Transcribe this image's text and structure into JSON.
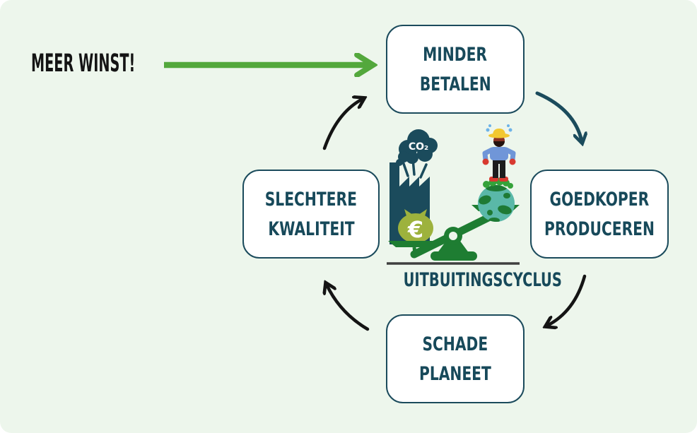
{
  "page": {
    "background": "#edf6ec",
    "outer_background": "#ffffff"
  },
  "colors": {
    "dark_teal": "#1b4b5c",
    "text_teal": "#17495a",
    "green_arrow": "#53a83c",
    "black_arrow": "#141414",
    "seesaw_green": "#1e7d32",
    "money_bag_olive": "#9db23d",
    "globe_teal": "#5ab8a8",
    "continent_green": "#1e7a34",
    "hat_yellow": "#f2c830",
    "shirt_blue": "#7096d8",
    "accent_red": "#d83a30"
  },
  "profit_label": {
    "text": "MEER WINST!"
  },
  "cycle": {
    "title": "UITBUITINGSCYCLUS",
    "nodes": [
      {
        "id": "minder-betalen",
        "line1": "MINDER",
        "line2": "BETALEN",
        "position": "top"
      },
      {
        "id": "goedkoper-produceren",
        "line1": "GOEDKOPER",
        "line2": "PRODUCEREN",
        "position": "right"
      },
      {
        "id": "schade-planeet",
        "line1": "SCHADE",
        "line2": "PLANEET",
        "position": "bottom"
      },
      {
        "id": "slechtere-kwaliteit",
        "line1": "SLECHTERE",
        "line2": "KWALITEIT",
        "position": "left"
      }
    ],
    "arrows": [
      {
        "name": "profit-to-minder-betalen",
        "style": "straight",
        "color": "#53a83c"
      },
      {
        "name": "minder-betalen-to-goedkoper-produceren",
        "style": "curved",
        "color": "#1b4b5c"
      },
      {
        "name": "goedkoper-produceren-to-schade-planeet",
        "style": "curved",
        "color": "#141414"
      },
      {
        "name": "schade-planeet-to-slechtere-kwaliteit",
        "style": "curved",
        "color": "#141414"
      },
      {
        "name": "slechtere-kwaliteit-to-minder-betalen",
        "style": "curved",
        "color": "#141414"
      }
    ]
  },
  "illustration": {
    "co2_label": "CO₂",
    "euro_symbol": "€",
    "icons": [
      "co2-cloud-icon",
      "factory-icon",
      "money-bag-icon",
      "balance-scale-icon",
      "globe-icon",
      "worker-icon",
      "ground-line"
    ]
  }
}
